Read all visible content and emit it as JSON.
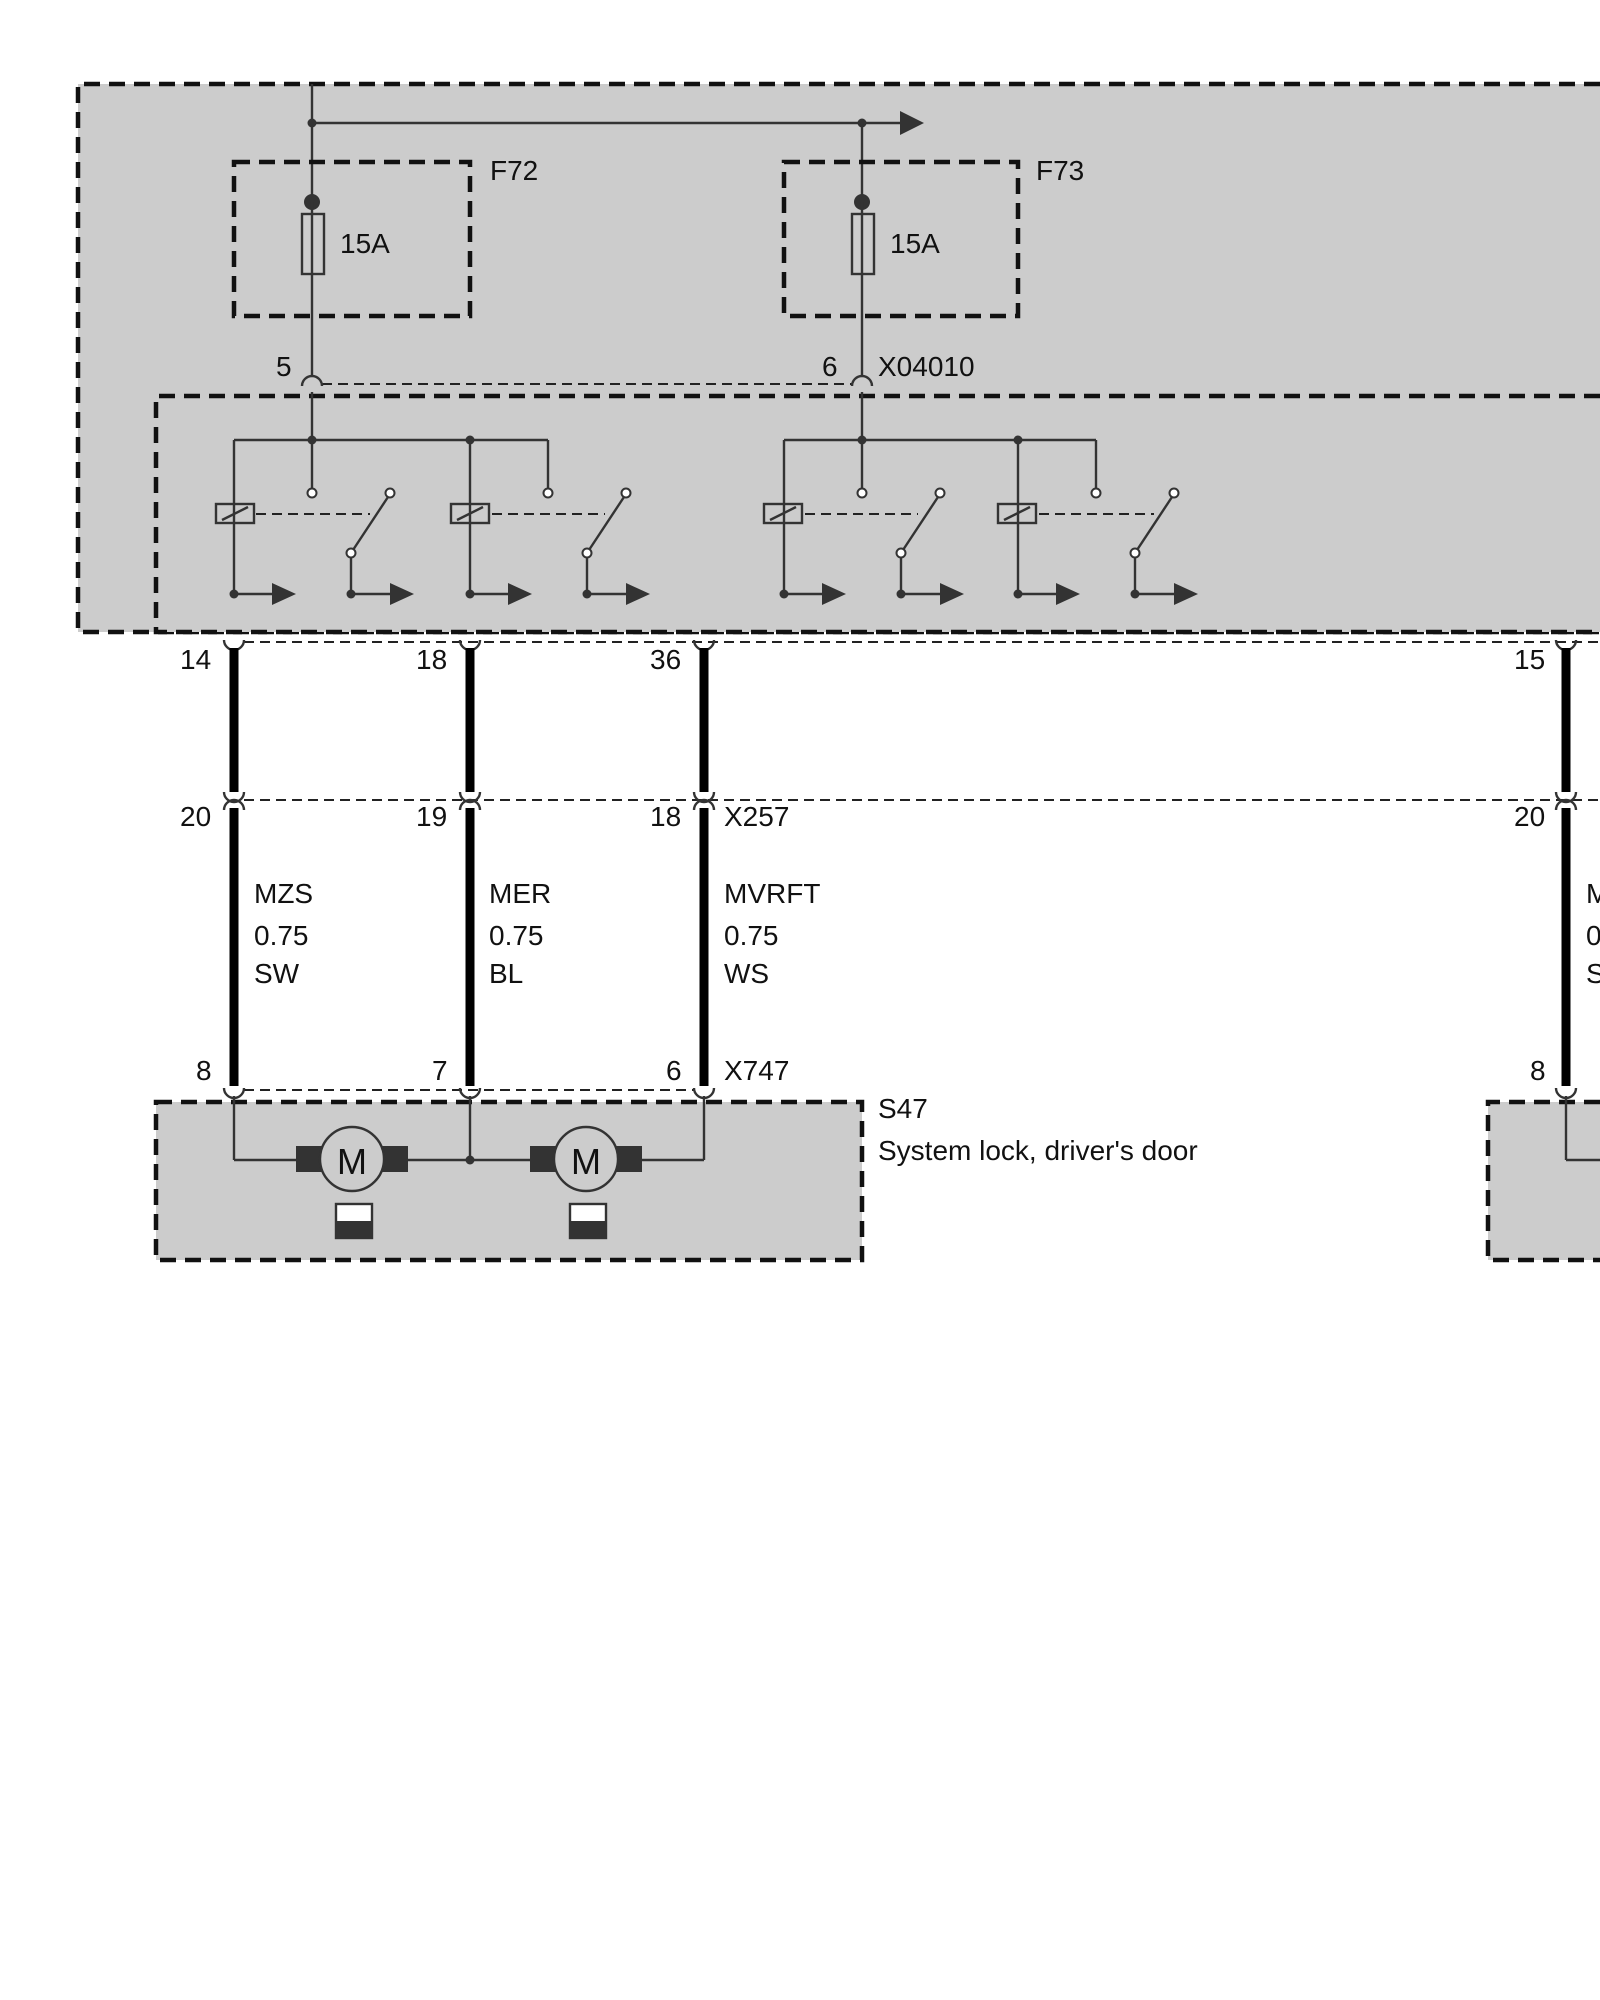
{
  "fuses": [
    {
      "id": "F72",
      "rating": "15A"
    },
    {
      "id": "F73",
      "rating": "15A"
    }
  ],
  "connectors": {
    "x04010": {
      "name": "X04010",
      "pin_a": "5",
      "pin_b": "6"
    },
    "upper_pins": [
      "14",
      "18",
      "36",
      "15"
    ],
    "x257": {
      "name": "X257",
      "pins": [
        "20",
        "19",
        "18",
        "20"
      ]
    },
    "x747": {
      "name": "X747",
      "pins": [
        "8",
        "7",
        "6",
        "8"
      ]
    }
  },
  "wires": [
    {
      "signal": "MZS",
      "gauge": "0.75",
      "color": "SW"
    },
    {
      "signal": "MER",
      "gauge": "0.75",
      "color": "BL"
    },
    {
      "signal": "MVRFT",
      "gauge": "0.75",
      "color": "WS"
    }
  ],
  "cut_wire_labels": [
    "M",
    "0",
    "S"
  ],
  "component": {
    "id": "S47",
    "name": "System lock, driver's door"
  },
  "motor_symbol": "M"
}
